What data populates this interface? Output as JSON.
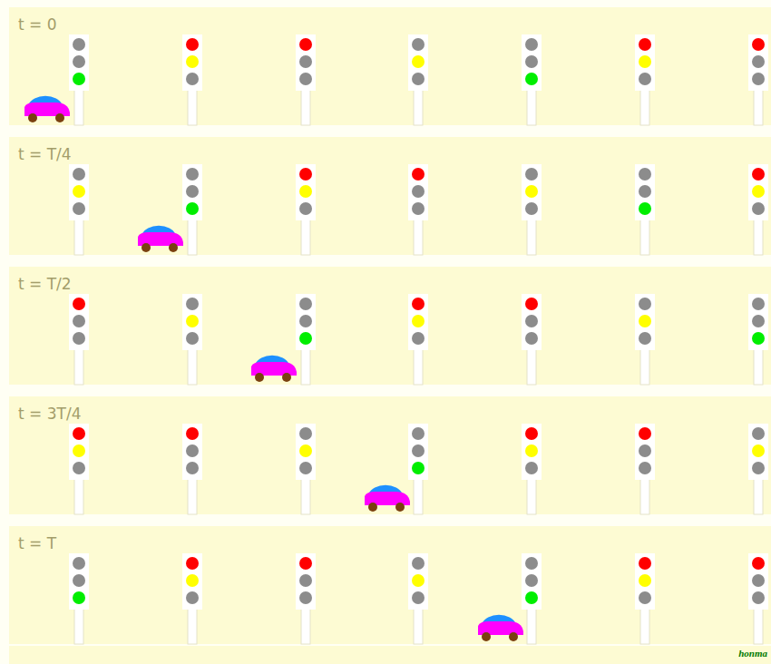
{
  "diagram": {
    "labels": [
      "t = 0",
      "t = T/4",
      "t = T/2",
      "t = 3T/4",
      "t = T",
      "honma"
    ]
  }
}
